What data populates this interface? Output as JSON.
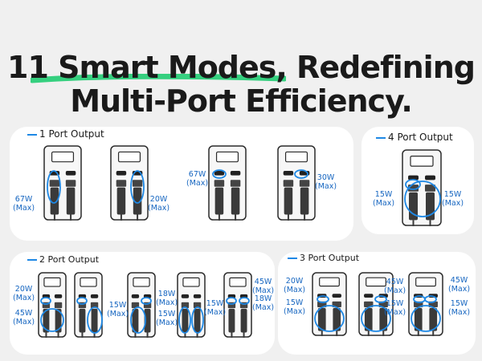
{
  "headline": {
    "line1": "11 Smart Modes, Redefining",
    "line2": "Multi-Port Efficiency."
  },
  "colors": {
    "accent_blue": "#1e88e5",
    "highlight_green": "#35d07f",
    "panel_bg": "#ffffff",
    "page_bg": "#f0f0f0"
  },
  "panels": {
    "one_port": {
      "title": "1 Port Output",
      "labels": {
        "d1": "67W\n(Max)",
        "d2": "20W\n(Max)",
        "d3": "67W\n(Max)",
        "d4": "30W\n(Max)"
      }
    },
    "four_port": {
      "title": "4 Port Output",
      "labels": {
        "left": "15W\n(Max)",
        "right": "15W\n(Max)"
      }
    },
    "two_port": {
      "title": "2 Port Output",
      "labels": {
        "a": "20W\n(Max)",
        "b": "45W\n(Max)",
        "c": "15W\n(Max)",
        "d": "18W\n(Max)",
        "e": "15W\n(Max)",
        "f": "15W\n(Max)",
        "g": "45W\n(Max)",
        "h": "18W\n(Max)"
      }
    },
    "three_port": {
      "title": "3 Port Output",
      "labels": {
        "a": "20W\n(Max)",
        "b": "15W\n(Max)",
        "c": "45W\n(Max)",
        "d": "15W\n(Max)",
        "e": "45W\n(Max)",
        "f": "15W\n(Max)"
      }
    }
  }
}
